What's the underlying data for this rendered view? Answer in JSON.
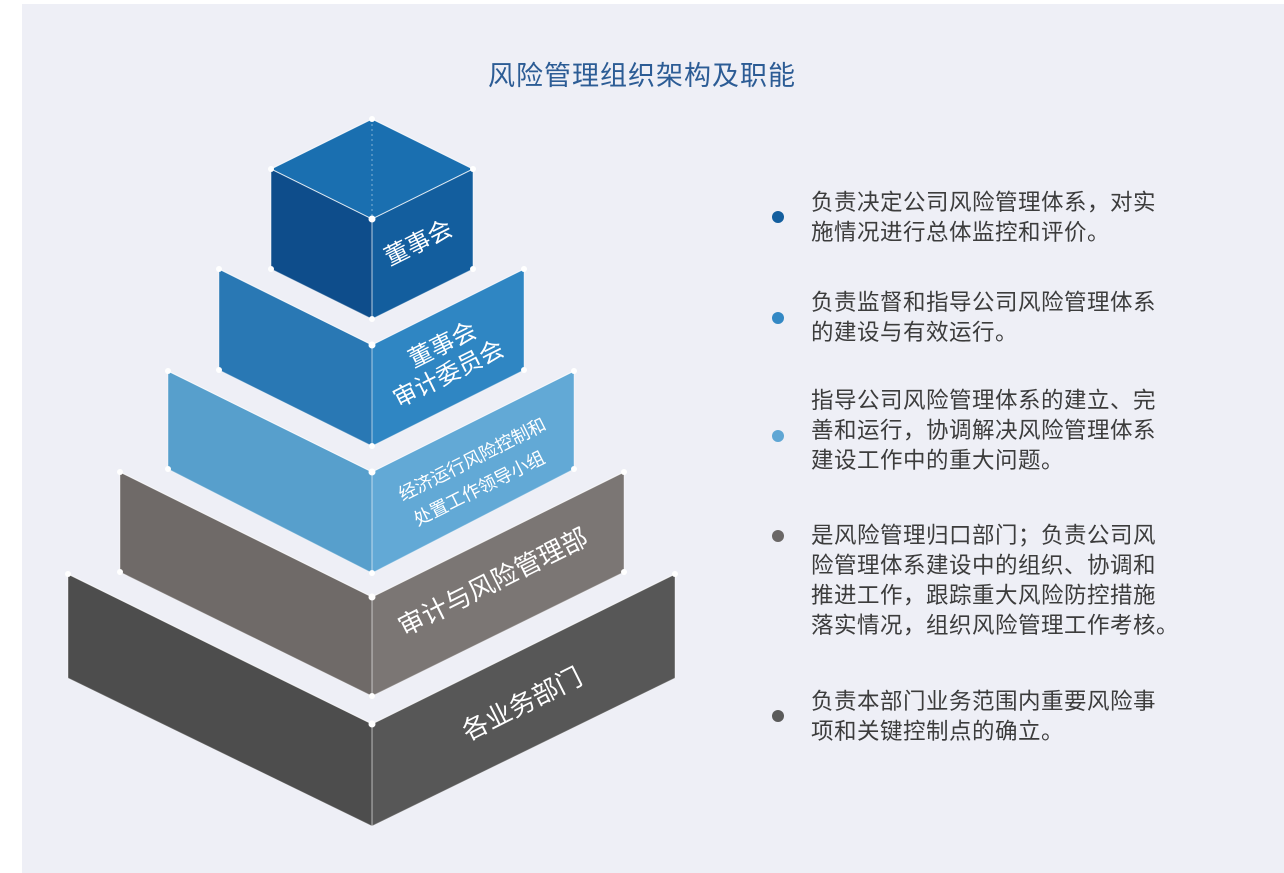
{
  "title": "风险管理组织架构及职能",
  "levels": [
    {
      "lines": [
        "董事会"
      ],
      "description": "负责决定公司风险管理体系，对实\n施情况进行总体监控和评价。",
      "colors": {
        "front": "#135e9e",
        "side": "#0e4d8b",
        "top": "#1a6fb0",
        "dot": "#1a5f9c"
      }
    },
    {
      "lines": [
        "董事会",
        "审计委员会"
      ],
      "description": "负责监督和指导公司风险管理体系\n的建设与有效运行。",
      "colors": {
        "front": "#2f86c3",
        "side": "#2978b4",
        "top": "#3a92cc",
        "dot": "#3388c4"
      }
    },
    {
      "lines": [
        "经济运行风险控制和",
        "处置工作领导小组"
      ],
      "description": "指导公司风险管理体系的建立、完\n善和运行，协调解决风险管理体系\n建设工作中的重大问题。",
      "colors": {
        "front": "#62a9d6",
        "side": "#579fcc",
        "top": "#6fb2db",
        "dot": "#5fa6d4"
      }
    },
    {
      "lines": [
        "审计与风险管理部"
      ],
      "description": "是风险管理归口部门；负责公司风\n险管理体系建设中的组织、协调和\n推进工作，跟踪重大风险防控措施\n落实情况，组织风险管理工作考核。",
      "colors": {
        "front": "#7b7674",
        "side": "#6f6a68",
        "top": "#86817f",
        "dot": "#6a6766"
      }
    },
    {
      "lines": [
        "各业务部门"
      ],
      "description": "负责本部门业务范围内重要风险事\n项和关键控制点的确立。",
      "colors": {
        "front": "#575757",
        "side": "#4d4d4d",
        "top": "#626262",
        "dot": "#5a5a5a"
      }
    }
  ]
}
